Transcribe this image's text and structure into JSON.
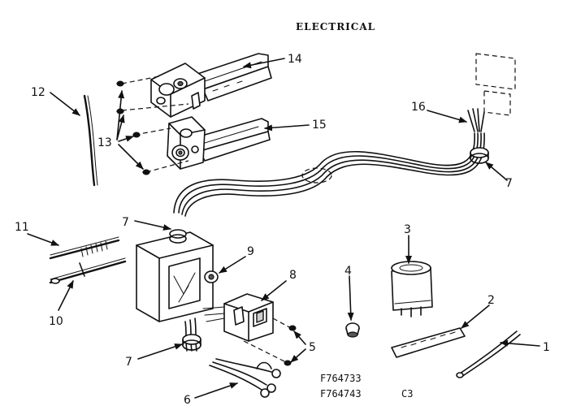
{
  "title": "ELECTRICAL",
  "model_numbers": [
    "F764733",
    "F764743"
  ],
  "code": "C3",
  "callouts": {
    "c1": "1",
    "c2": "2",
    "c3": "3",
    "c4": "4",
    "c5": "5",
    "c6": "6",
    "c7a": "7",
    "c7b": "7",
    "c7c": "7",
    "c8": "8",
    "c9": "9",
    "c10": "10",
    "c11": "11",
    "c12": "12",
    "c13": "13",
    "c14": "14",
    "c15": "15",
    "c16": "16"
  },
  "icons": {
    "arrow": "callout-arrow"
  }
}
